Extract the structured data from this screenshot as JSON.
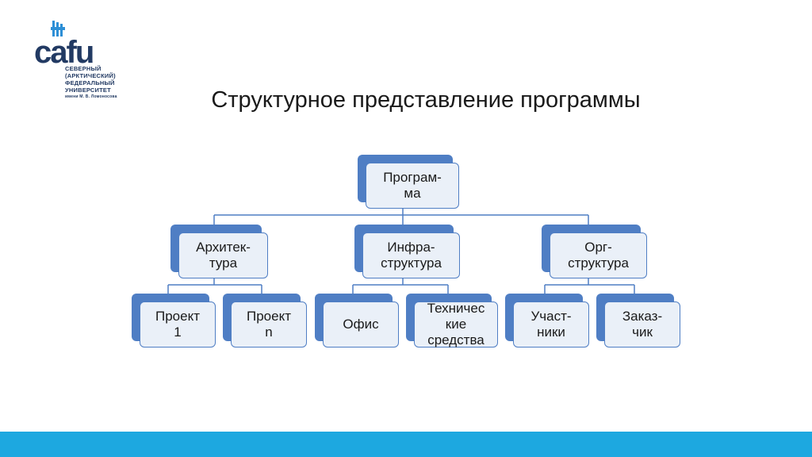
{
  "logo": {
    "word": "cafu",
    "lines": [
      "СЕВЕРНЫЙ",
      "(АРКТИЧЕСКИЙ)",
      "ФЕДЕРАЛЬНЫЙ",
      "УНИВЕРСИТЕТ",
      "имени М. В. Ломоносова"
    ],
    "colors": {
      "primary": "#223a63",
      "accent": "#1da8e0"
    }
  },
  "title": "Структурное представление программы",
  "diagram": {
    "root": "Програм-\nма",
    "branches": [
      {
        "label": "Архитек-\nтура",
        "children": [
          "Проект\n1",
          "Проект\nn"
        ]
      },
      {
        "label": "Инфра-\nструктура",
        "children": [
          "Офис",
          "Техничес\nкие\nсредства"
        ]
      },
      {
        "label": "Орг-\nструктура",
        "children": [
          "Участ-\nники",
          "Заказ-\nчик"
        ]
      }
    ],
    "colors": {
      "node_back": "#4f7ec4",
      "node_front": "#eaf0f8",
      "connector": "#4f7ec4"
    }
  },
  "footer": {
    "color": "#1da8e0"
  }
}
